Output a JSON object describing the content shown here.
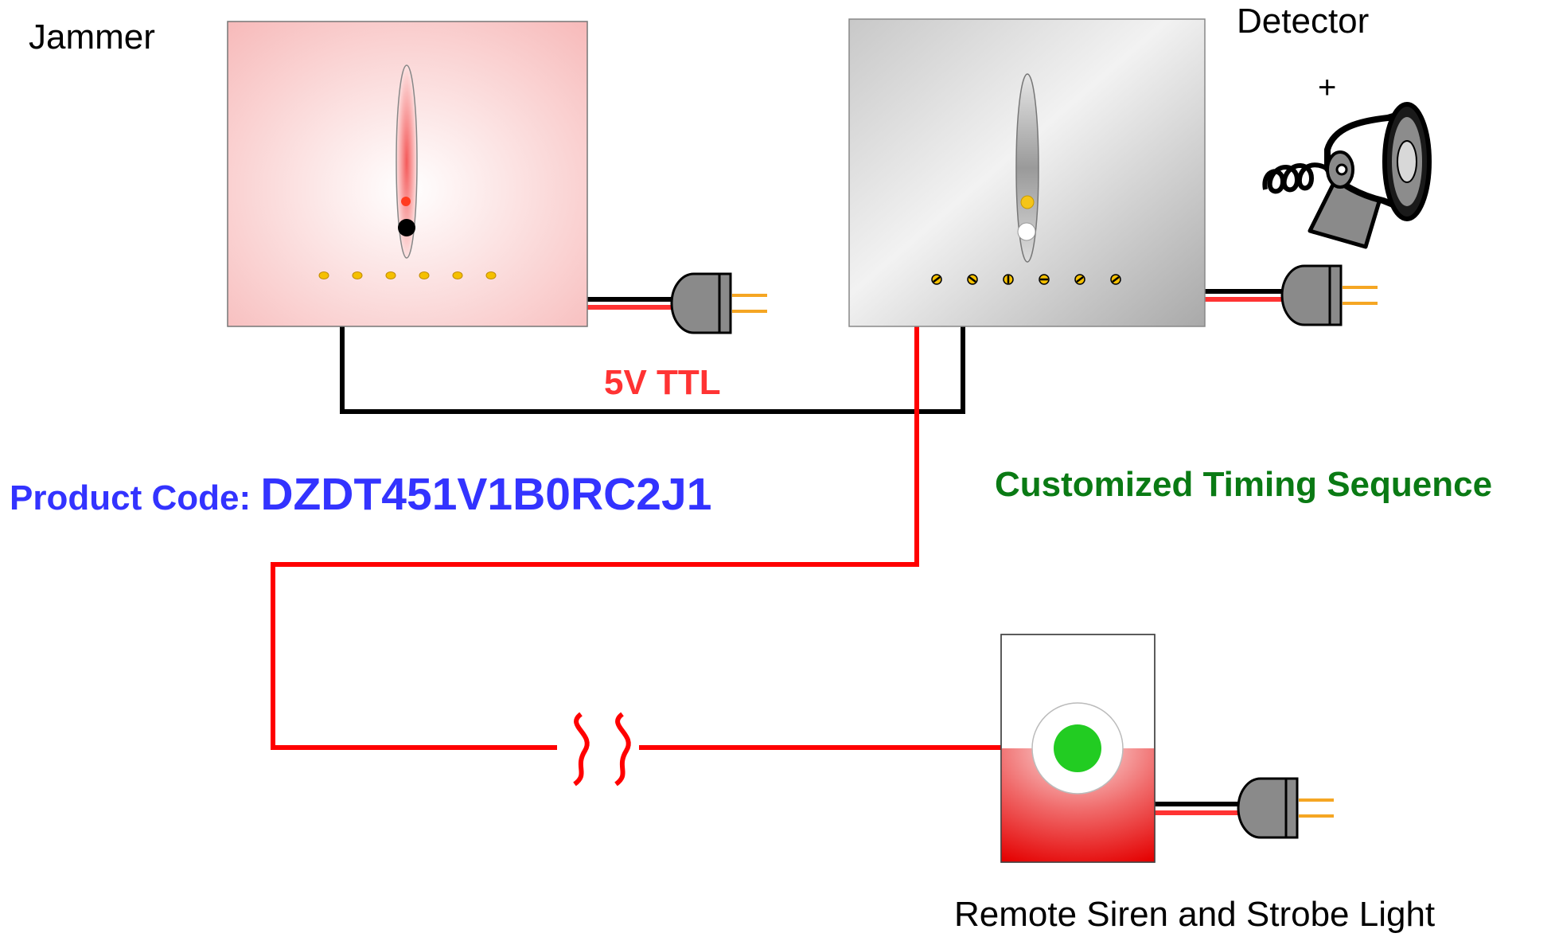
{
  "labels": {
    "jammer": "Jammer",
    "detector": "Detector",
    "plus": "+",
    "signal": "5V TTL",
    "product_code_prefix": "Product Code: ",
    "product_code_value": "DZDT451V1B0RC2J1",
    "timing": "Customized Timing Sequence",
    "siren": "Remote Siren and Strobe Light"
  },
  "colors": {
    "signal_label": "#ff3333",
    "product_code": "#3333ff",
    "timing_label": "#0a7a14",
    "red_wire": "#ff0000",
    "black_wire": "#000000",
    "strobe_light": "#22cc22",
    "plug_body": "#888888",
    "plug_pins": "#f5a623"
  },
  "icons": {
    "jammer": "jammer-unit-icon",
    "detector": "detector-unit-icon",
    "siren": "siren-horn-icon",
    "strobe": "siren-strobe-unit-icon",
    "plug": "power-plug-icon",
    "cable_break": "cable-break-icon"
  }
}
